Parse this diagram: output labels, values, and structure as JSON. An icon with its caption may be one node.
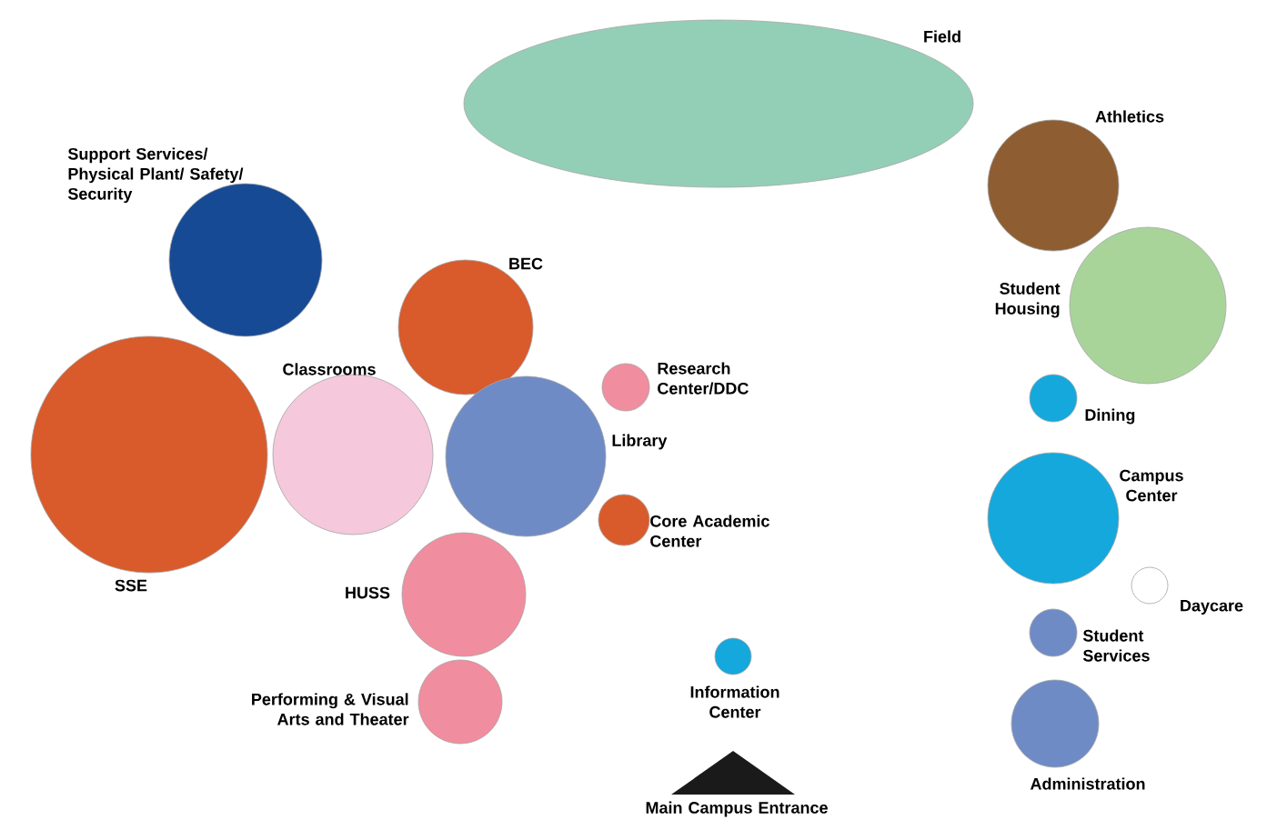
{
  "diagram": {
    "nodes": [
      {
        "text": [
          "Field"
        ]
      },
      {
        "text": [
          "Support Services/ Physical Plant/ Safety/ Security"
        ]
      },
      {
        "text": [
          "BEC"
        ]
      },
      {
        "text": [
          "SSE"
        ]
      },
      {
        "text": [
          "Classrooms"
        ]
      },
      {
        "text": [
          "Library"
        ]
      },
      {
        "text": [
          "Research Center/DDC"
        ]
      },
      {
        "text": [
          "Core Academic Center"
        ]
      },
      {
        "text": [
          "HUSS"
        ]
      },
      {
        "text": [
          "Performing & Visual Arts and Theater"
        ]
      },
      {
        "text": [
          "Information Center"
        ]
      },
      {
        "text": [
          "Main Campus Entrance"
        ]
      },
      {
        "text": [
          "Athletics"
        ]
      },
      {
        "text": [
          "Student Housing"
        ]
      },
      {
        "text": [
          "Dining"
        ]
      },
      {
        "text": [
          "Campus Center"
        ]
      },
      {
        "text": [
          "Daycare"
        ]
      },
      {
        "text": [
          "Student Services"
        ]
      },
      {
        "text": [
          "Administration"
        ]
      }
    ]
  }
}
